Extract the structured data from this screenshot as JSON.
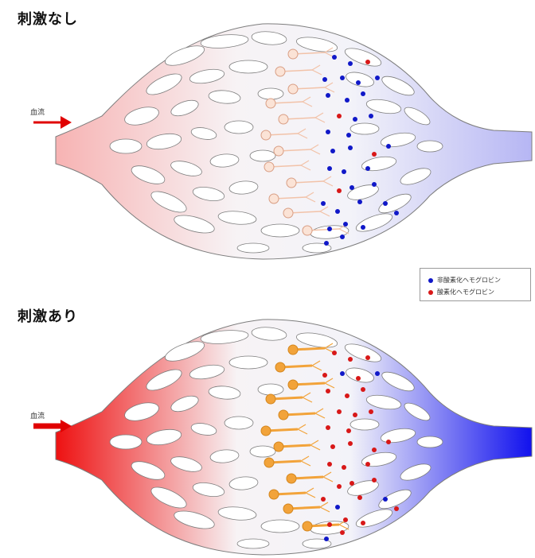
{
  "headings": {
    "no_stimulus": "刺激なし",
    "stimulus": "刺激あり"
  },
  "blood_flow_label": "血流",
  "legend": {
    "items": [
      {
        "label": "非酸素化ヘモグロビン",
        "color": "#1018c8"
      },
      {
        "label": "酸素化ヘモグロビン",
        "color": "#d81818"
      }
    ]
  },
  "colors": {
    "arterial_strong": "#ee1111",
    "arterial_light": "#f7b3b3",
    "venous_strong": "#1111ee",
    "venous_light": "#b6b6f4",
    "neuron_inactive": "#f2c2a8",
    "neuron_active": "#f2a33a",
    "arrow": "#e00000"
  }
}
